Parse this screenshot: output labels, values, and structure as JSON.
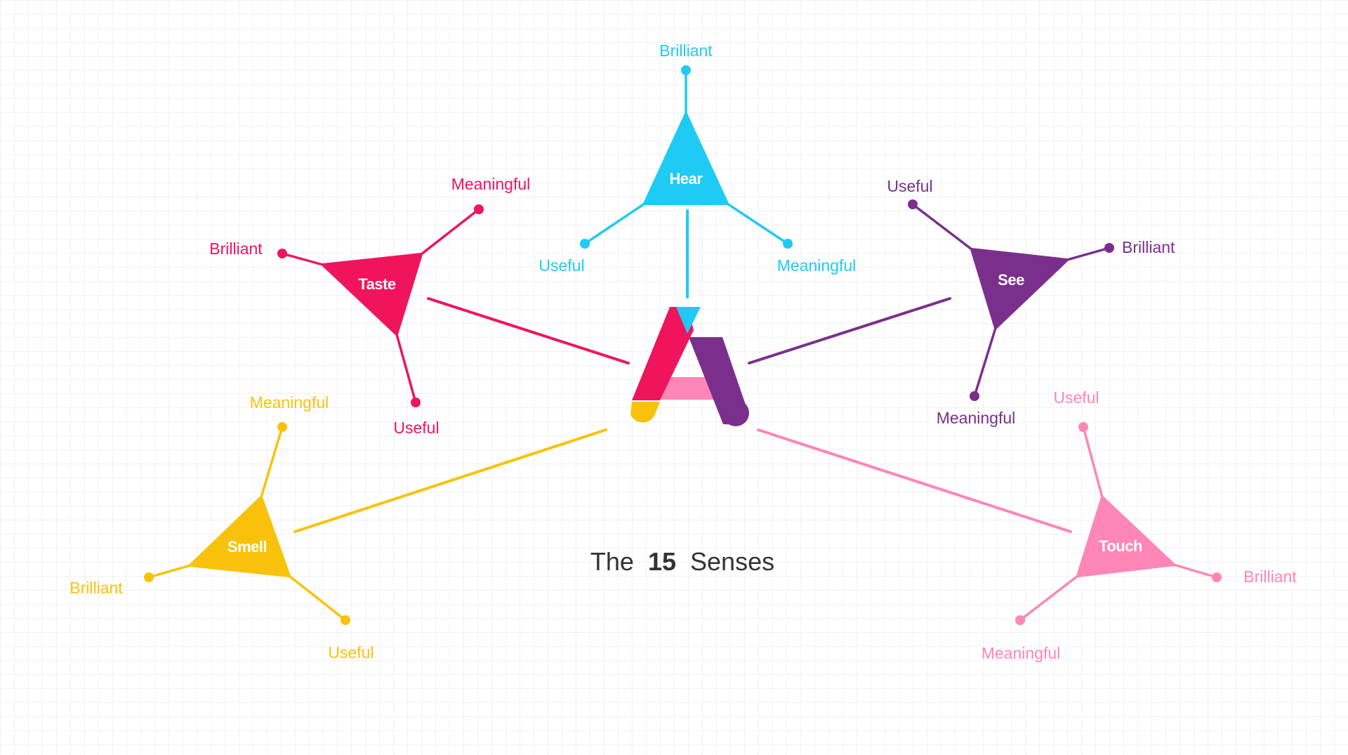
{
  "title": {
    "prefix": "The",
    "number": "15",
    "suffix": "Senses"
  },
  "colors": {
    "hear": "#1fcbf4",
    "taste": "#f0145d",
    "see": "#7b2f8c",
    "smell": "#f9c20a",
    "touch": "#ff86b6"
  },
  "logo": {
    "name": "A-logo"
  },
  "senses": [
    {
      "key": "hear",
      "name": "Hear",
      "color": "#1fcbf4",
      "labels": [
        "Brilliant",
        "Useful",
        "Meaningful"
      ]
    },
    {
      "key": "taste",
      "name": "Taste",
      "color": "#f0145d",
      "labels": [
        "Meaningful",
        "Brilliant",
        "Useful"
      ]
    },
    {
      "key": "see",
      "name": "See",
      "color": "#7b2f8c",
      "labels": [
        "Useful",
        "Brilliant",
        "Meaningful"
      ]
    },
    {
      "key": "smell",
      "name": "Smell",
      "color": "#f9c20a",
      "labels": [
        "Meaningful",
        "Brilliant",
        "Useful"
      ]
    },
    {
      "key": "touch",
      "name": "Touch",
      "color": "#ff86b6",
      "labels": [
        "Useful",
        "Brilliant",
        "Meaningful"
      ]
    }
  ]
}
